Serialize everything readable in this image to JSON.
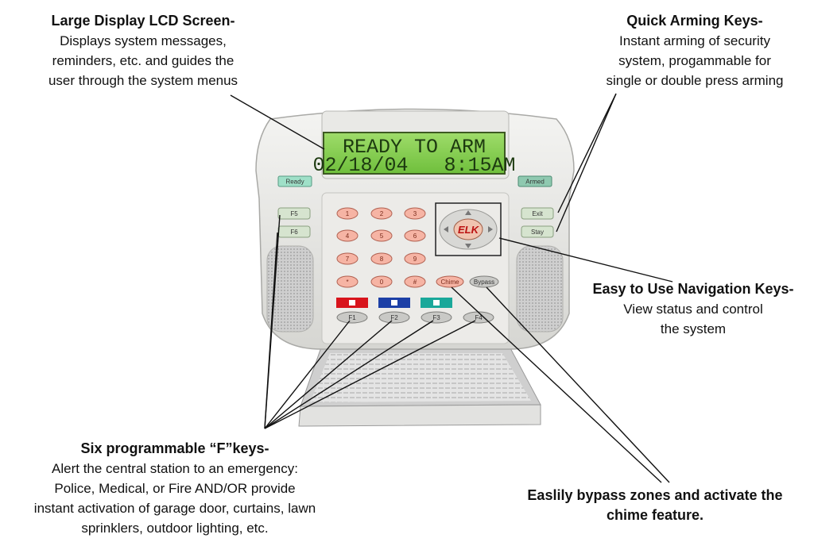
{
  "callouts": {
    "lcd": {
      "title": "Large Display LCD Screen-",
      "description": "Displays system messages,\nreminders, etc. and guides the\nuser through the system menus"
    },
    "arming": {
      "title": "Quick Arming Keys-",
      "description": "Instant arming of security\nsystem, progammable for\nsingle or double press arming"
    },
    "navigation": {
      "title": "Easy to Use Navigation Keys-",
      "description": "View status and control\nthe system"
    },
    "fkeys": {
      "title": "Six programmable “F”keys-",
      "description": "Alert the central station to an emergency:\nPolice, Medical, or Fire AND/OR provide\ninstant activation of garage door, curtains, lawn\nsprinklers, outdoor lighting, etc."
    },
    "bypass": {
      "title": "Easlily bypass zones and activate the\nchime feature."
    }
  },
  "keypad": {
    "lcd_line1": "READY TO ARM",
    "lcd_line2": "02/18/04   8:15AM",
    "ready_label": "Ready",
    "armed_label": "Armed",
    "left_keys": [
      "F5",
      "F6"
    ],
    "right_keys": [
      "Exit",
      "Stay"
    ],
    "digit_keys": [
      "1",
      "2",
      "3",
      "4",
      "5",
      "6",
      "7",
      "8",
      "9",
      "*",
      "0",
      "#"
    ],
    "chime_label": "Chime",
    "bypass_label": "Bypass",
    "f_keys": [
      "F1",
      "F2",
      "F3",
      "F4"
    ],
    "logo": "ELK",
    "emergency_colors": [
      "#d8141c",
      "#1c3fa6",
      "#1aa89a"
    ]
  }
}
